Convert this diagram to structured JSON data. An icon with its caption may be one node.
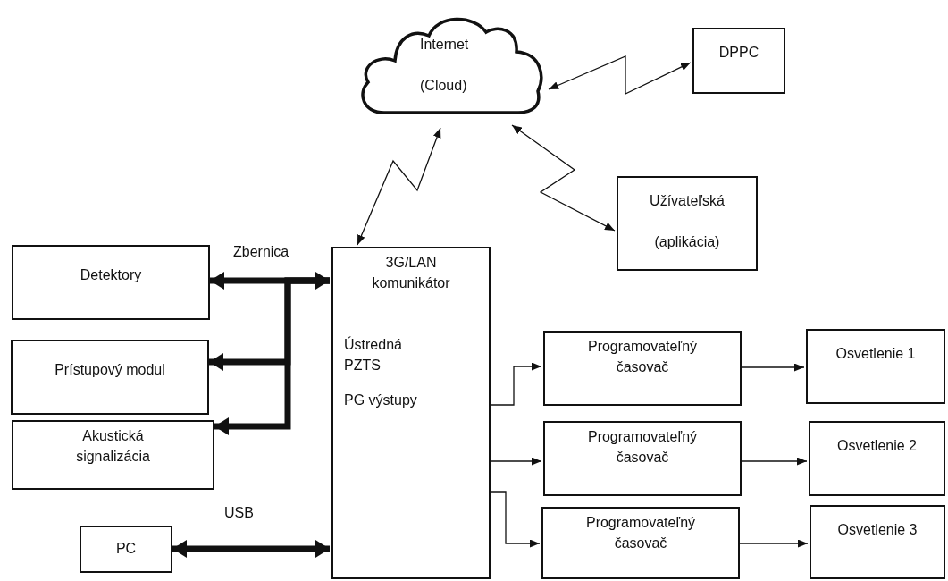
{
  "diagram": {
    "nodes": [
      {
        "text": [
          "Internet",
          "(Cloud)"
        ]
      },
      {
        "text": [
          "DPPC"
        ]
      },
      {
        "text": [
          "Užívateľská",
          "(aplikácia)"
        ]
      },
      {
        "text": [
          "Detektory"
        ]
      },
      {
        "text": [
          "3G/LAN komunikátor",
          "Ústredná PZTS",
          "PG výstupy"
        ]
      },
      {
        "text": [
          "Prístupový modul"
        ]
      },
      {
        "text": [
          "Akustická signalizácia"
        ]
      },
      {
        "text": [
          "PC"
        ]
      },
      {
        "text": [
          "Programovateľný časovač"
        ]
      },
      {
        "text": [
          "Programovateľný časovač"
        ]
      },
      {
        "text": [
          "Programovateľný časovač"
        ]
      },
      {
        "text": [
          "Osvetlenie 1"
        ]
      },
      {
        "text": [
          "Osvetlenie 2"
        ]
      },
      {
        "text": [
          "Osvetlenie 3"
        ]
      }
    ],
    "edges": [
      {
        "from": 0,
        "to": 1,
        "arrow": "both"
      },
      {
        "from": 0,
        "to": 4,
        "arrow": "both"
      },
      {
        "from": 0,
        "to": 2,
        "arrow": "both"
      },
      {
        "from": 3,
        "to": 4,
        "arrow": "both",
        "label": "Zbernica",
        "style": "thick"
      },
      {
        "from": 4,
        "to": 5,
        "arrow": "to",
        "style": "thick"
      },
      {
        "from": 4,
        "to": 6,
        "arrow": "to",
        "style": "thick"
      },
      {
        "from": 7,
        "to": 4,
        "arrow": "both",
        "label": "USB",
        "style": "thick"
      },
      {
        "from": 4,
        "to": 8,
        "arrow": "to"
      },
      {
        "from": 4,
        "to": 9,
        "arrow": "to"
      },
      {
        "from": 4,
        "to": 10,
        "arrow": "to"
      },
      {
        "from": 8,
        "to": 11,
        "arrow": "to"
      },
      {
        "from": 9,
        "to": 12,
        "arrow": "to"
      },
      {
        "from": 10,
        "to": 13,
        "arrow": "to"
      }
    ]
  }
}
